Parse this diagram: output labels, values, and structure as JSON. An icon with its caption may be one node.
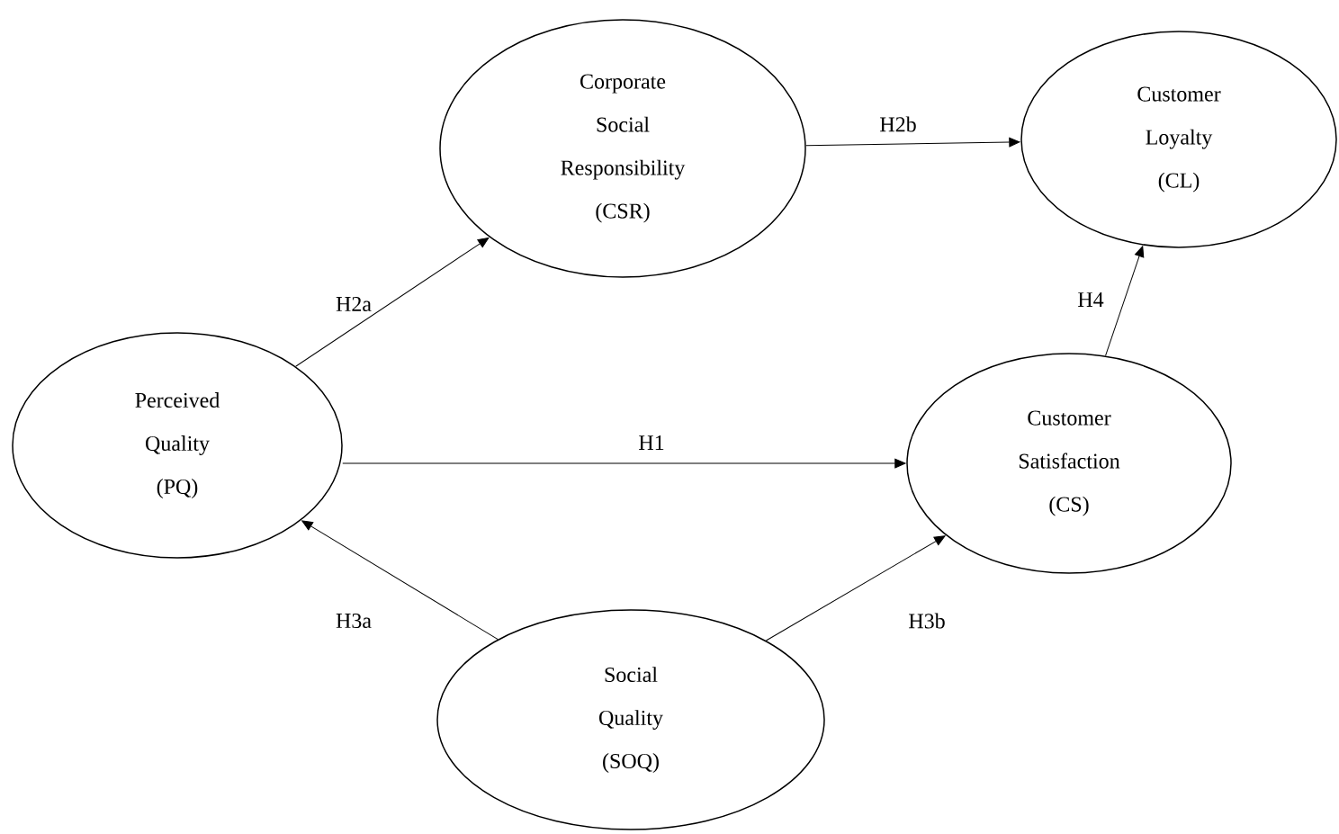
{
  "diagram": {
    "nodes": [
      {
        "text": [
          "Corporate Social Responsibility (CSR)"
        ]
      },
      {
        "text": [
          "Customer Loyalty (CL)"
        ]
      },
      {
        "text": [
          "Perceived Quality (PQ)"
        ]
      },
      {
        "text": [
          "Customer Satisfaction (CS)"
        ]
      },
      {
        "text": [
          "Social Quality (SOQ)"
        ]
      }
    ],
    "edges": [
      {
        "from": 2,
        "to": 0,
        "arrow": "to",
        "label": "H2a"
      },
      {
        "from": 0,
        "to": 1,
        "arrow": "to",
        "label": "H2b"
      },
      {
        "from": 2,
        "to": 3,
        "arrow": "to",
        "label": "H1"
      },
      {
        "from": 3,
        "to": 1,
        "arrow": "to",
        "label": "H4"
      },
      {
        "from": 4,
        "to": 2,
        "arrow": "to",
        "label": "H3a"
      },
      {
        "from": 4,
        "to": 3,
        "arrow": "to",
        "label": "H3b"
      }
    ]
  }
}
